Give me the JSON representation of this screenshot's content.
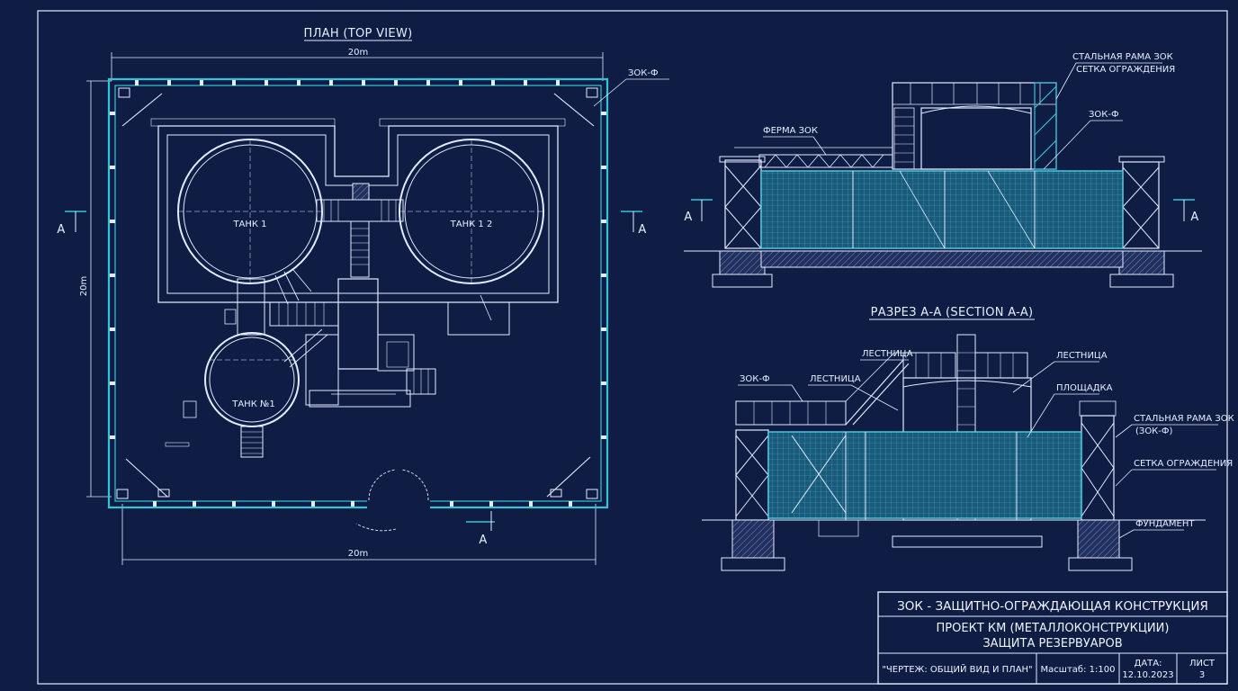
{
  "colors": {
    "background": "#0f1d45",
    "line": "#e2ebff",
    "accent": "#36c3d6",
    "mesh": "#1f6a86"
  },
  "plan": {
    "title": "ПЛАН (TOP VIEW)",
    "dim_top": "20m",
    "dim_left": "20m",
    "dim_bottom": "20m",
    "tag": "ЗОК-Ф",
    "section_mark": "A",
    "tank1": "ТАНК 1",
    "tank2": "ТАНК 1 2",
    "tank3": "ТАНК №1"
  },
  "elevation": {
    "label_frame": "СТАЛЬНАЯ РАМА ЗОК",
    "label_mesh": "СЕТКА ОГРАЖДЕНИЯ",
    "label_truss": "ФЕРМА ЗОК",
    "label_tag": "ЗОК-Ф",
    "section_mark": "A"
  },
  "section": {
    "title": "РАЗРЕЗ А-А (SECTION A-A)",
    "label_ladder1": "ЛЕСТНИЦА",
    "label_ladder2": "ЛЕСТНИЦА",
    "label_ladder3": "ЛЕСТНИЦА",
    "label_tag": "ЗОК-Ф",
    "label_platform": "ПЛОЩАДКА",
    "label_frame": "СТАЛЬНАЯ РАМА ЗОК",
    "label_frame2": "(ЗОК-Ф)",
    "label_mesh": "СЕТКА ОГРАЖДЕНИЯ",
    "label_foundation": "ФУНДАМЕНТ"
  },
  "title_block": {
    "header": "ЗОК - ЗАЩИТНО-ОГРАЖДАЮЩАЯ КОНСТРУКЦИЯ",
    "project_line1": "ПРОЕКТ КМ (МЕТАЛЛОКОНСТРУКЦИИ)",
    "project_line2": "ЗАЩИТА РЕЗЕРВУАРОВ",
    "drawing": "\"ЧЕРТЕЖ: ОБЩИЙ ВИД И ПЛАН\"",
    "scale": "Масштаб: 1:100",
    "date_label": "ДАТА:",
    "date_value": "12.10.2023",
    "sheet_label": "ЛИСТ",
    "sheet_value": "3"
  }
}
